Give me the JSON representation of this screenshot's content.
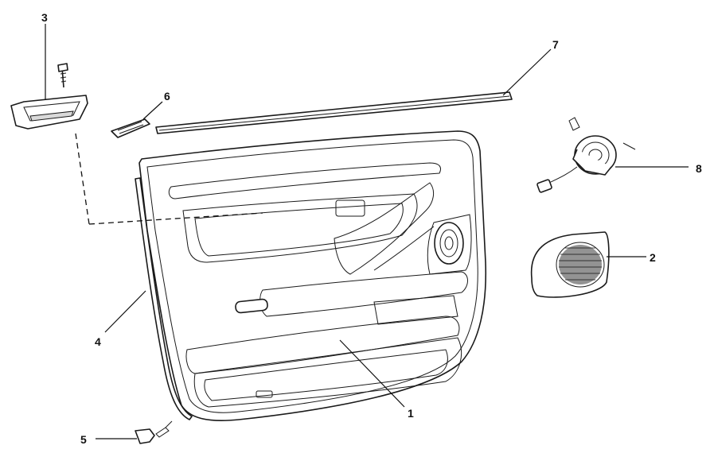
{
  "diagram": {
    "callouts": [
      {
        "id": "1",
        "label": "1"
      },
      {
        "id": "2",
        "label": "2"
      },
      {
        "id": "3",
        "label": "3"
      },
      {
        "id": "4",
        "label": "4"
      },
      {
        "id": "5",
        "label": "5"
      },
      {
        "id": "6",
        "label": "6"
      },
      {
        "id": "7",
        "label": "7"
      },
      {
        "id": "8",
        "label": "8"
      }
    ],
    "parts": [
      {
        "id": "1",
        "icon": "door-trim-panel-icon"
      },
      {
        "id": "2",
        "icon": "speaker-grille-icon"
      },
      {
        "id": "3",
        "icon": "door-pull-handle-icon"
      },
      {
        "id": "4",
        "icon": "door-seal-strip-icon"
      },
      {
        "id": "5",
        "icon": "trim-clip-icon"
      },
      {
        "id": "6",
        "icon": "switch-bezel-icon"
      },
      {
        "id": "7",
        "icon": "window-weatherstrip-icon"
      },
      {
        "id": "8",
        "icon": "speaker-icon"
      }
    ],
    "colors": {
      "line": "#1a1a1a",
      "background": "#ffffff",
      "watermark": "#9a9a9a"
    }
  }
}
